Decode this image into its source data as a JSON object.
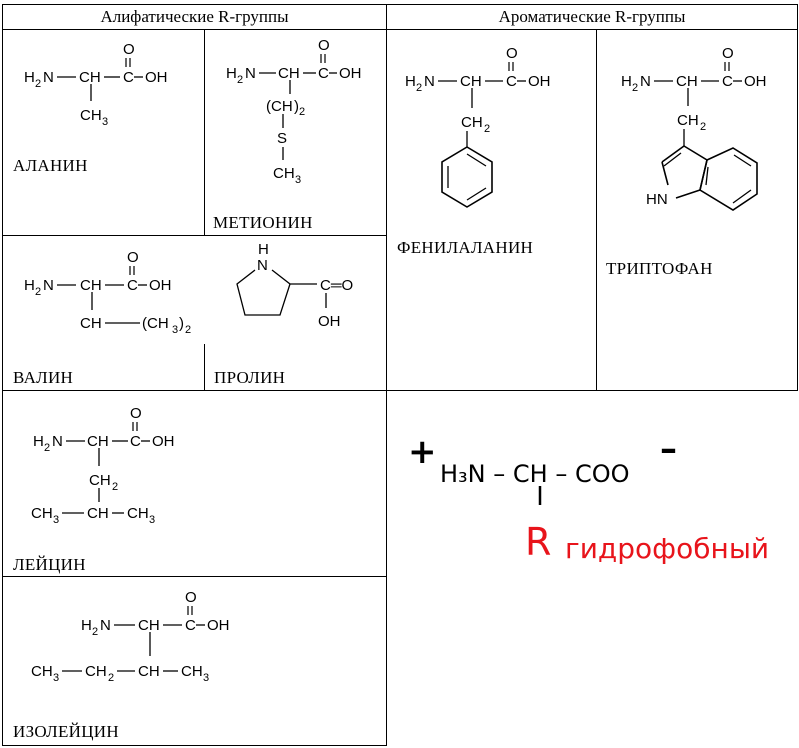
{
  "headers": {
    "aliphatic": "Алифатические R-группы",
    "aromatic": "Ароматические R-группы"
  },
  "amino_acids": {
    "alanine": "АЛАНИН",
    "methionine": "МЕТИОНИН",
    "valine": "ВАЛИН",
    "proline": "ПРОЛИН",
    "leucine": "ЛЕЙЦИН",
    "isoleucine": "ИЗОЛЕЙЦИН",
    "phenylalanine": "ФЕНИЛАЛАНИН",
    "tryptophan": "ТРИПТОФАН"
  },
  "atoms": {
    "h2n_h": "H",
    "two": "2",
    "n": "N",
    "ch": "CH",
    "c": "C",
    "o": "O",
    "oh": "OH",
    "ch3": "CH",
    "three": "3",
    "ch2": "CH",
    "s": "S",
    "h": "H",
    "hn": "HN",
    "c_eq_o": "C═O",
    "dash": "—"
  },
  "summary": {
    "plus": "+",
    "formula": "H₃N – CH – COO",
    "minus": "–",
    "r": "R",
    "label": "гидрофобный"
  },
  "colors": {
    "r_group": "#e8141b",
    "grid": "#000000"
  }
}
